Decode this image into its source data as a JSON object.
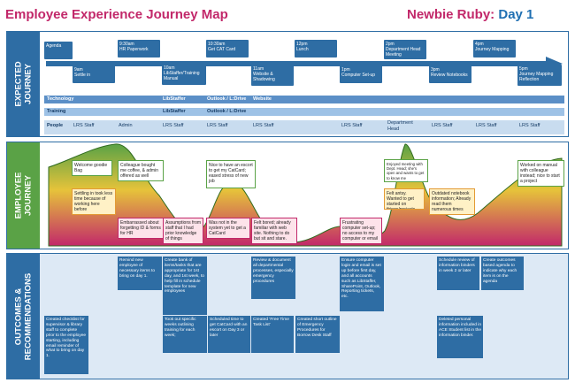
{
  "header": {
    "title": "Employee Experience Journey Map",
    "persona_name": "Newbie Ruby:",
    "day": "Day 1"
  },
  "sections": {
    "expected": "EXPECTED JOURNEY",
    "employee": "EMPLOYEE JOURNEY",
    "outcomes": "OUTCOMES & RECOMMENDATIONS"
  },
  "timeline": {
    "top": [
      {
        "time": "",
        "label": "Agenda"
      },
      {
        "time": "9:30am",
        "label": "HR Paperwork"
      },
      {
        "time": "10:30am",
        "label": "Get CAT Card"
      },
      {
        "time": "12pm",
        "label": "Lunch"
      },
      {
        "time": "2pm",
        "label": "Department Head Meeting"
      },
      {
        "time": "4pm",
        "label": "Journey Mapping"
      }
    ],
    "bottom": [
      {
        "time": "9am",
        "label": "Settle in"
      },
      {
        "time": "10am",
        "label": "LibStaffer/Training Manual"
      },
      {
        "time": "11am",
        "label": "Website & Shadowing"
      },
      {
        "time": "1pm",
        "label": "Computer Set-up"
      },
      {
        "time": "3pm",
        "label": "Review Notebooks"
      },
      {
        "time": "5pm",
        "label": "Journey Mapping Reflection"
      }
    ]
  },
  "rows": {
    "technology": {
      "label": "Technology",
      "cells": [
        "LibStaffer",
        "Outlook / L:Drive",
        "Website"
      ]
    },
    "training": {
      "label": "Training",
      "cells": [
        "LibStaffer",
        "Outlook / L:Drive"
      ]
    },
    "people": {
      "label": "People",
      "cells": [
        "LRS Staff",
        "Admin",
        "LRS Staff",
        "LRS Staff",
        "LRS Staff",
        "LRS Staff",
        "Department Head",
        "LRS Staff",
        "LRS Staff",
        "LRS Staff"
      ]
    }
  },
  "employee_notes": [
    "Welcome goodie Bag",
    "Colleague bought me coffee, & admin offered as well",
    "Nice to have an escort to get my CatCard; eased stress of new job",
    "Enjoyed meeting with Dept. Head; she's open and wants to get to know me",
    "Worked on manual with colleague instead; nice to start a project",
    "Settling in took less time because of working here before",
    "Felt antsy. Wanted to get started on things/projects.",
    "Outdated notebook information; Already read them numerous times",
    "Embarrassed about forgetting ID & forms for HR",
    "Assumptions from staff that I had prior knowledge of things",
    "Was not in the system yet to get a CatCard",
    "Felt bored; already familiar with web site. Nothing to do but sit and stare.",
    "Frustrating computer set-up; no access to my computer or email"
  ],
  "outcomes": {
    "top": [
      "Remind new employee of necessary items to bring on day 1.",
      "Create bank of items/tasks that are appropriate for 1st day, and 1st week, to help fill in schedule template for new employees",
      "Review & document all departmental processes, especially emergency procedures",
      "Ensure computer login and email is set up before first day, and all accounts such as LibStaffer, SharePoint, Outlook, Reporting tickets, etc.",
      "Schedule review of information binders in week 2 or later",
      "Create outcomes based agenda to indicate why each item is on the agenda"
    ],
    "bottom": [
      "Created checklist for supervisor & library staff to complete prior to the employee starting, including email reminder of what to bring on day 1.",
      "Took out specific weeks outlining training for each week;",
      "Scheduled time to get CatCard with an escort on Day 3 or later",
      "Created 'Free Time Task List'",
      "Created short outline of Emergency Procedures for Borrow Desk Staff",
      "Deleted personal information included in ACE Student list in the information binder."
    ]
  },
  "colors": {
    "accent": "#2e6da4",
    "title": "#c2286a",
    "positive": "#5aa246",
    "neutral": "#e6b23a",
    "negative": "#c2286a"
  }
}
